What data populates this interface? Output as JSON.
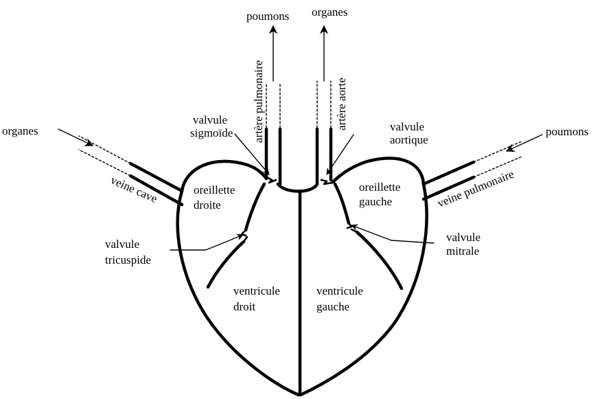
{
  "labels": {
    "top_poumons": "poumons",
    "top_organes": "organes",
    "left_organes": "organes",
    "right_poumons": "poumons",
    "veine_cave": "veine cave",
    "veine_pulmonaire": "veine pulmonaire",
    "artere_pulmonaire": "artère pulmonaire",
    "artere_aorte": "artère aorte",
    "valvule_sigmoide_1": "valvule",
    "valvule_sigmoide_2": "sigmoïde",
    "valvule_aortique_1": "valvule",
    "valvule_aortique_2": "aortique",
    "oreillette_droite_1": "oreillette",
    "oreillette_droite_2": "droite",
    "oreillette_gauche_1": "oreillette",
    "oreillette_gauche_2": "gauche",
    "valvule_tricuspide_1": "valvule",
    "valvule_tricuspide_2": "tricuspide",
    "valvule_mitrale_1": "valvule",
    "valvule_mitrale_2": "mitrale",
    "ventricule_droit_1": "ventricule",
    "ventricule_droit_2": "droit",
    "ventricule_gauche_1": "ventricule",
    "ventricule_gauche_2": "gauche"
  }
}
